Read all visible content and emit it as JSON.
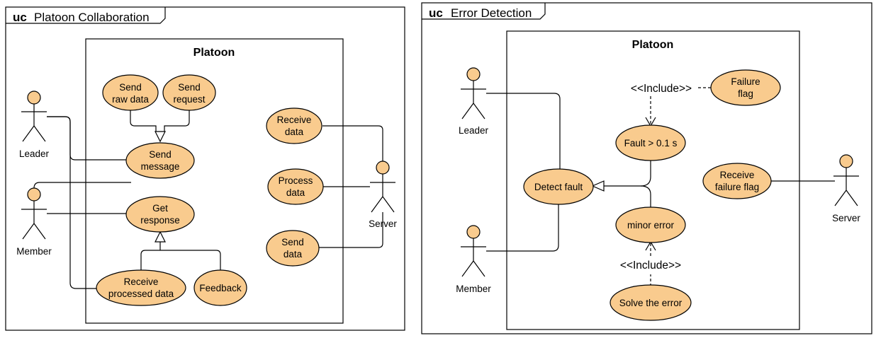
{
  "left": {
    "keyword": "uc",
    "frame_title": "Platoon Collaboration",
    "system_title": "Platoon",
    "actors": {
      "leader": "Leader",
      "member": "Member",
      "server": "Server"
    },
    "use_cases": {
      "send_raw_data": [
        "Send",
        "raw data"
      ],
      "send_request": [
        "Send",
        "request"
      ],
      "send_message": [
        "Send",
        "message"
      ],
      "get_response": [
        "Get",
        "response"
      ],
      "receive_processed_data": [
        "Receive",
        "processed data"
      ],
      "feedback": [
        "Feedback"
      ],
      "receive_data": [
        "Receive",
        "data"
      ],
      "process_data": [
        "Process",
        "data"
      ],
      "send_data": [
        "Send",
        "data"
      ]
    }
  },
  "right": {
    "keyword": "uc",
    "frame_title": "Error Detection",
    "system_title": "Platoon",
    "actors": {
      "leader": "Leader",
      "member": "Member",
      "server": "Server"
    },
    "use_cases": {
      "failure_flag": [
        "Failure",
        "flag"
      ],
      "fault": [
        "Fault > 0.1 s"
      ],
      "detect_fault": [
        "Detect fault"
      ],
      "minor_error": [
        "minor error"
      ],
      "solve_error": [
        "Solve the error"
      ],
      "receive_failure_flag": [
        "Receive",
        "failure flag"
      ]
    },
    "include_top": "<<Include>>",
    "include_bottom": "<<Include>>"
  },
  "colors": {
    "use_case_fill": "#F9CB8E",
    "stroke": "#000000",
    "background": "#FFFFFF"
  }
}
